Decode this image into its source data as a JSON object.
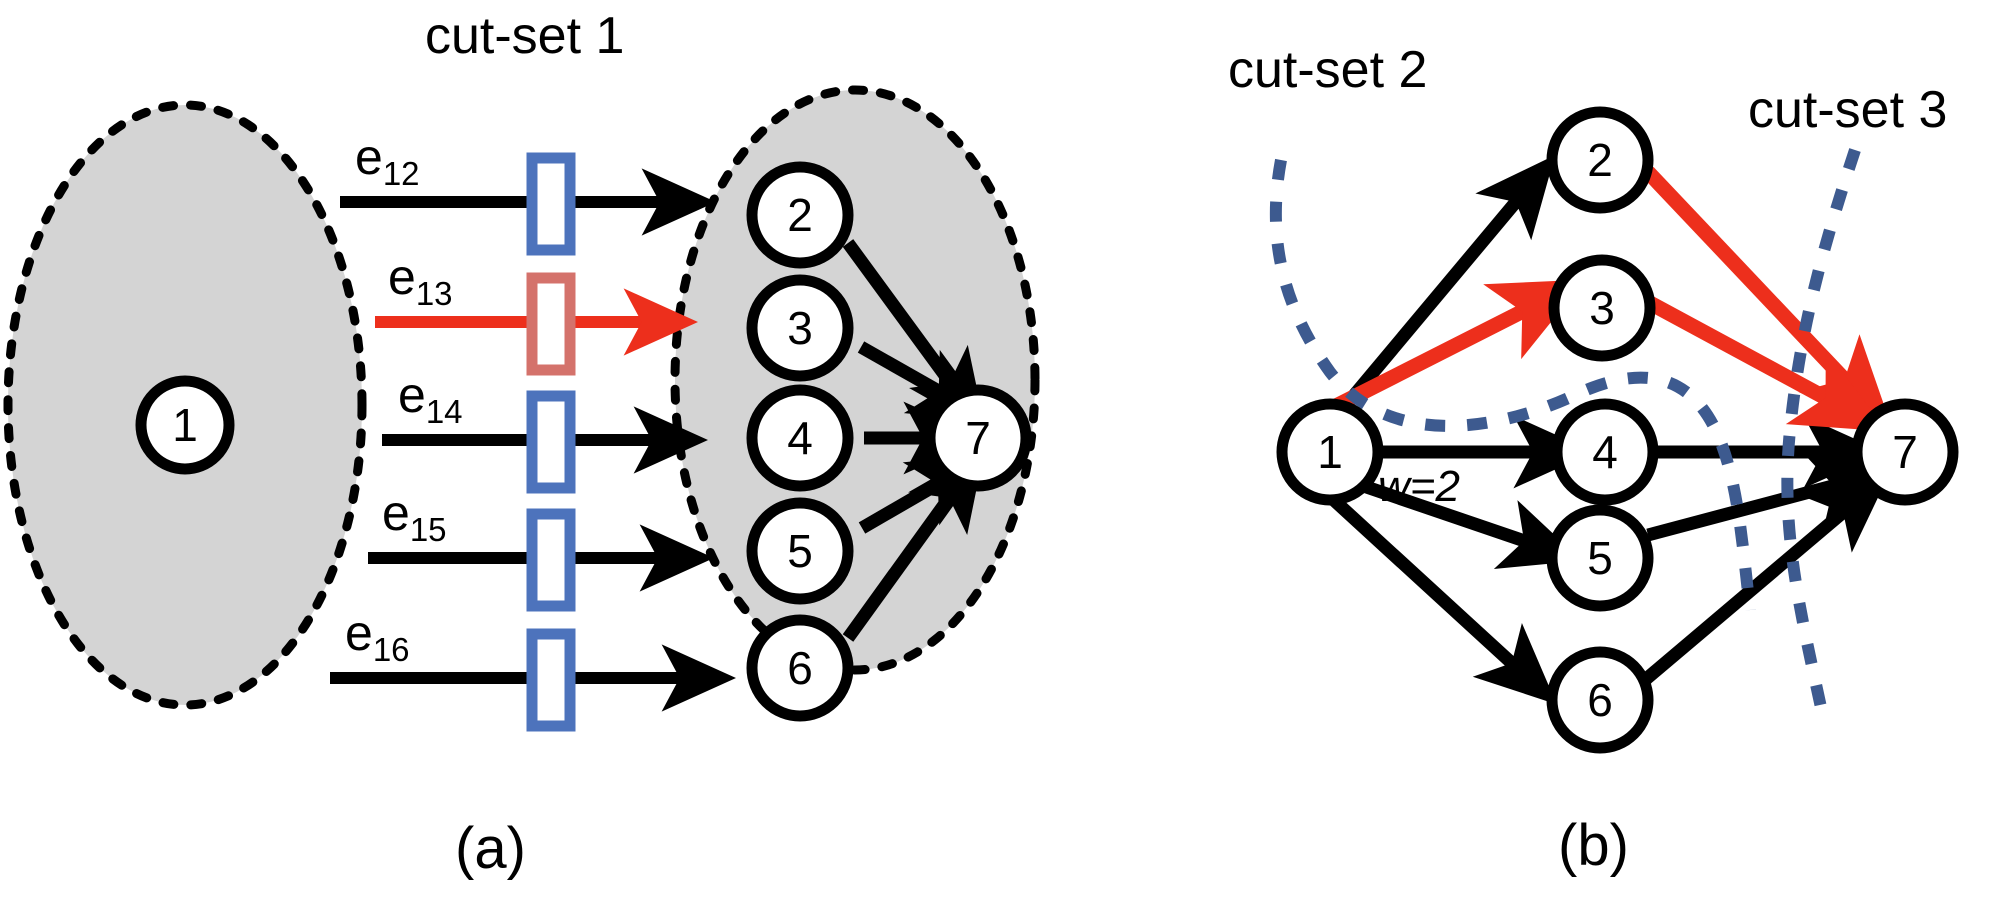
{
  "figure": {
    "panels": [
      {
        "id": "a",
        "caption": "(a)"
      },
      {
        "id": "b",
        "caption": "(b)"
      }
    ],
    "colors": {
      "node_stroke": "#000000",
      "node_fill": "#ffffff",
      "group_fill": "#d4d4d4",
      "group_stroke": "#000000",
      "edge_black": "#000000",
      "edge_red": "#ed2f1c",
      "gate_blue": "#4d73bc",
      "gate_red": "#d4726b",
      "cut_curve_blue": "#3d5a8f",
      "background": "#ffffff"
    }
  },
  "panel_a": {
    "caption": "(a)",
    "cut_set_label": "cut-set 1",
    "source_group": {
      "nodes": [
        "1"
      ]
    },
    "sink_group": {
      "nodes": [
        "2",
        "3",
        "4",
        "5",
        "6",
        "7"
      ]
    },
    "edges": [
      {
        "id": "e12",
        "label": "e",
        "sub": "12",
        "color": "#000000",
        "gate": "blue"
      },
      {
        "id": "e13",
        "label": "e",
        "sub": "13",
        "color": "#ed2f1c",
        "gate": "red"
      },
      {
        "id": "e14",
        "label": "e",
        "sub": "14",
        "color": "#000000",
        "gate": "blue"
      },
      {
        "id": "e15",
        "label": "e",
        "sub": "15",
        "color": "#000000",
        "gate": "blue"
      },
      {
        "id": "e16",
        "label": "e",
        "sub": "16",
        "color": "#000000",
        "gate": "blue"
      }
    ],
    "internal_edges": [
      {
        "from": "2",
        "to": "7",
        "color": "#000000"
      },
      {
        "from": "3",
        "to": "7",
        "color": "#000000"
      },
      {
        "from": "4",
        "to": "7",
        "color": "#000000"
      },
      {
        "from": "5",
        "to": "7",
        "color": "#000000"
      },
      {
        "from": "6",
        "to": "7",
        "color": "#000000"
      }
    ]
  },
  "panel_b": {
    "caption": "(b)",
    "cut_set_labels": [
      "cut-set 2",
      "cut-set 3"
    ],
    "nodes": [
      "1",
      "2",
      "3",
      "4",
      "5",
      "6",
      "7"
    ],
    "edge_weight_label": {
      "w": "w",
      "eq": "=2",
      "full": "w=2"
    },
    "edges": [
      {
        "from": "1",
        "to": "2",
        "color": "#000000"
      },
      {
        "from": "1",
        "to": "3",
        "color": "#ed2f1c"
      },
      {
        "from": "1",
        "to": "4",
        "color": "#000000",
        "label": "w=2"
      },
      {
        "from": "1",
        "to": "5",
        "color": "#000000"
      },
      {
        "from": "1",
        "to": "6",
        "color": "#000000"
      },
      {
        "from": "2",
        "to": "7",
        "color": "#ed2f1c"
      },
      {
        "from": "3",
        "to": "7",
        "color": "#ed2f1c"
      },
      {
        "from": "4",
        "to": "7",
        "color": "#000000"
      },
      {
        "from": "5",
        "to": "7",
        "color": "#000000"
      },
      {
        "from": "6",
        "to": "7",
        "color": "#000000"
      }
    ],
    "cut_curves": [
      {
        "name": "cut-set-2-curve",
        "color": "#3d5a8f"
      },
      {
        "name": "cut-set-3-curve",
        "color": "#3d5a8f"
      }
    ]
  },
  "node_labels": {
    "n1": "1",
    "n2": "2",
    "n3": "3",
    "n4": "4",
    "n5": "5",
    "n6": "6",
    "n7": "7"
  }
}
